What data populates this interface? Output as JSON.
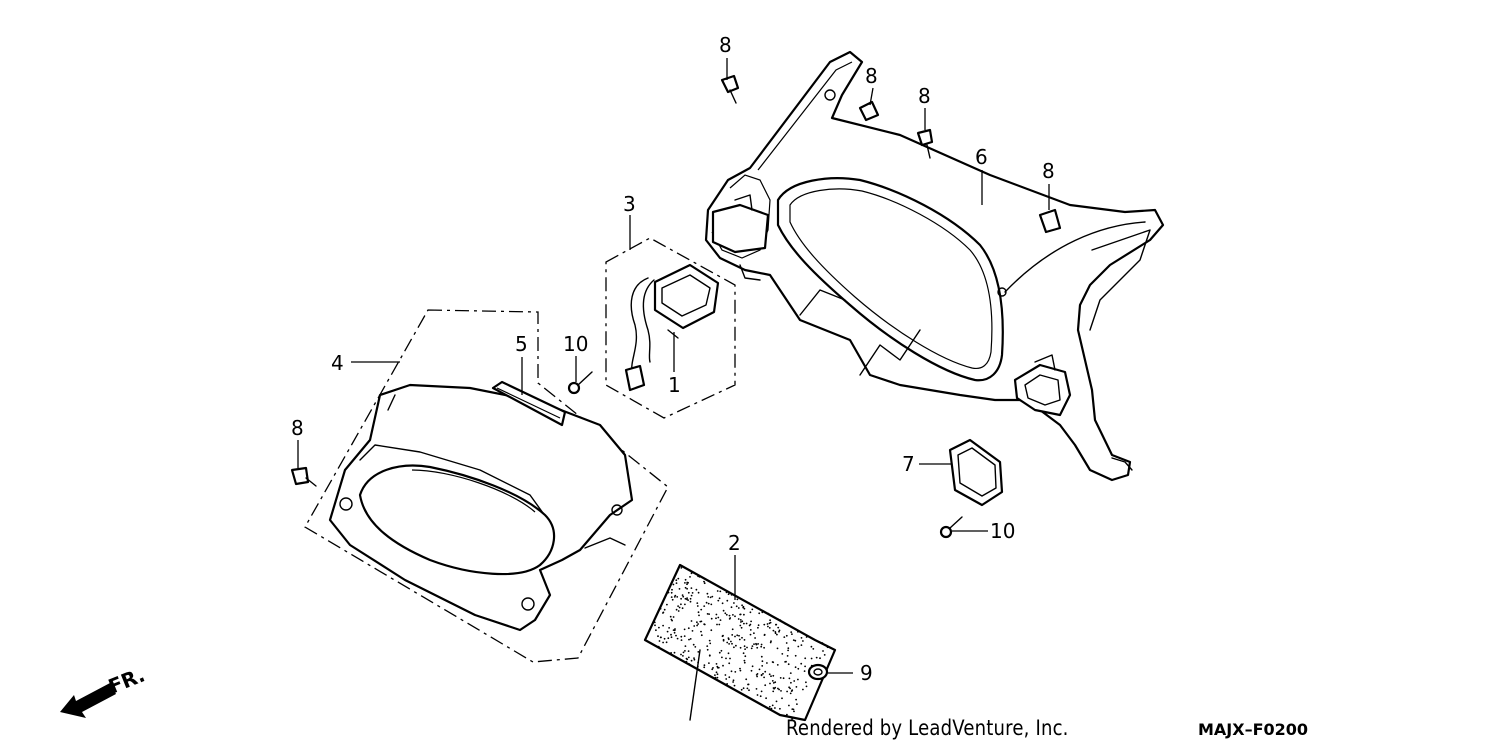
{
  "diagram": {
    "callouts": {
      "c1": "1",
      "c2": "2",
      "c3": "3",
      "c4": "4",
      "c5": "5",
      "c6": "6",
      "c7": "7",
      "c8a": "8",
      "c8b": "8",
      "c8c": "8",
      "c8d": "8",
      "c8e": "8",
      "c9": "9",
      "c10a": "10",
      "c10b": "10"
    },
    "direction_label": "FR.",
    "credit": "Rendered by LeadVenture, Inc.",
    "diagram_code": "MAJX–F0200"
  }
}
